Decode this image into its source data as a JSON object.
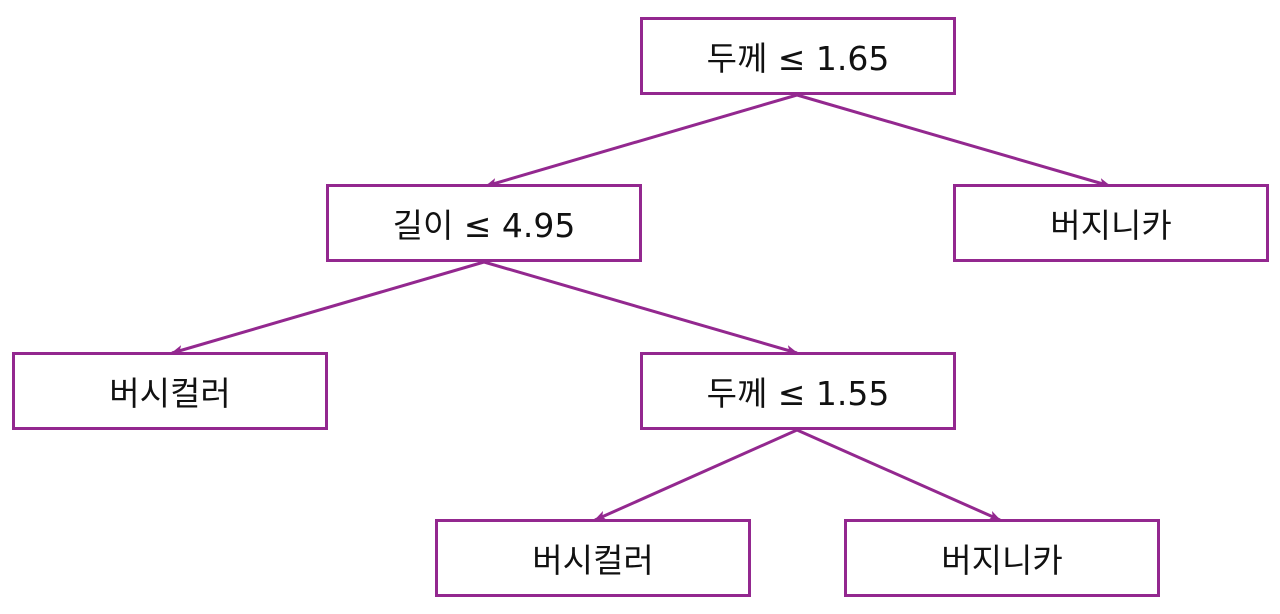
{
  "diagram": {
    "edge_color": "#93288f",
    "node_border_color": "#93288f",
    "nodes": {
      "root": "두께 ≤ 1.65",
      "length_split": "길이 ≤ 4.95",
      "virginica_1": "버지니카",
      "versicolor_1": "버시컬러",
      "thickness_split": "두께 ≤ 1.55",
      "versicolor_2": "버시컬러",
      "virginica_2": "버지니카"
    }
  }
}
